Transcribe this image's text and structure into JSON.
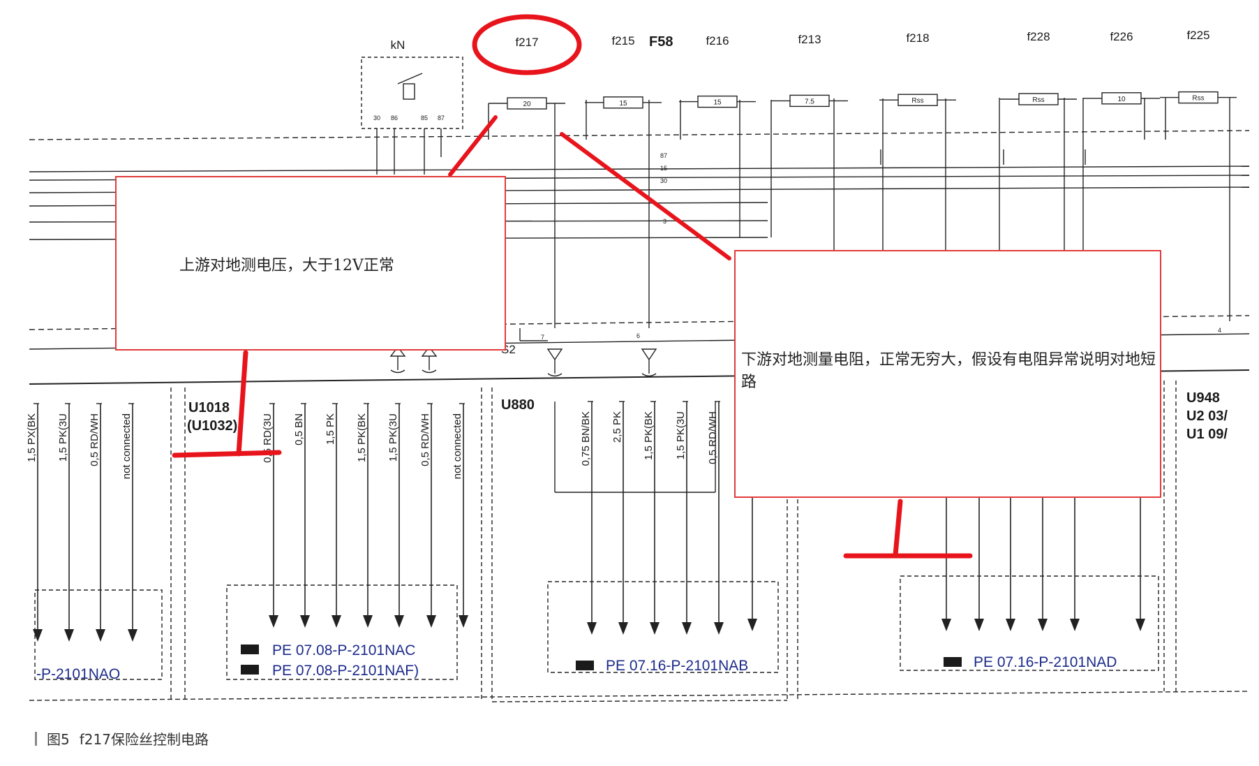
{
  "relay": {
    "name": "kN",
    "pins": [
      "30",
      "86",
      "85",
      "87"
    ]
  },
  "fuses": [
    {
      "name": "f217",
      "value": "20"
    },
    {
      "name": "f215",
      "value": "15"
    },
    {
      "name": "f216",
      "value": "15"
    },
    {
      "name": "f213",
      "value": "7.5"
    },
    {
      "name": "f218",
      "value": "Rss"
    },
    {
      "name": "f228",
      "value": "Rss"
    },
    {
      "name": "f226",
      "value": "10"
    },
    {
      "name": "f225",
      "value": "Rss"
    }
  ],
  "fuse_group_label": "F58",
  "rail_labels": [
    "87",
    "15",
    "30"
  ],
  "wire_number_labels": [
    "3",
    "7",
    "6",
    "4"
  ],
  "s2_label": "S2",
  "modules": {
    "u1018": {
      "line1": "U1018",
      "line2": "(U1032)"
    },
    "u880": "U880",
    "u948": [
      "U948",
      "U2 03/",
      "U1 09/"
    ]
  },
  "wires_left": [
    "1,5 PX(BK",
    "1,5 PK(3U",
    "0,5 RD/WH",
    "not connected"
  ],
  "wires_u1018": [
    "0,5 RD(3U",
    "0,5 BN",
    "1,5 PK",
    "1,5 PK(BK",
    "1,5 PK(3U",
    "0,5 RD/WH",
    "not connected"
  ],
  "wires_u880": [
    "0,75 BN/BK",
    "2,5 PK",
    "1,5 PK(BK",
    "1,5 PK(3U",
    "0,5 RD/WH"
  ],
  "references": {
    "left": "-P-2101NAO",
    "u1018_a": "PE 07.08-P-2101NAC",
    "u1018_b": "PE 07.08-P-2101NAF)",
    "u880": "PE 07.16-P-2101NAB",
    "right": "PE 07.16-P-2101NAD"
  },
  "annotations": {
    "upstream": "上游对地测电压，大于12V正常",
    "downstream": "下游对地测量电阻，正常无穷大，假设有电阻异常说明对地短路"
  },
  "caption": {
    "number": "图5",
    "text": "f217保险丝控制电路"
  },
  "colors": {
    "highlight": "#e8141c",
    "reference_text": "#1c2a8a"
  }
}
